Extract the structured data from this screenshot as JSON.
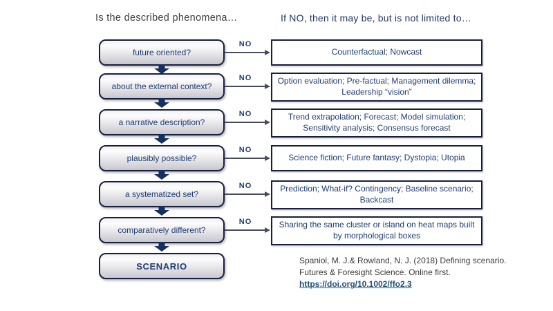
{
  "headers": {
    "left": "Is the described phenomena…",
    "right": "If NO, then it may be, but is not limited to…"
  },
  "labels": {
    "no": "NO"
  },
  "rows": [
    {
      "question": "future oriented?",
      "answer": "Counterfactual; Nowcast"
    },
    {
      "question": "about the external context?",
      "answer": "Option evaluation; Pre-factual; Management dilemma; Leadership “vision”"
    },
    {
      "question": "a narrative description?",
      "answer": "Trend extrapolation; Forecast; Model simulation; Sensitivity analysis; Consensus forecast"
    },
    {
      "question": "plausibly possible?",
      "answer": "Science fiction; Future fantasy; Dystopia; Utopia"
    },
    {
      "question": "a systematized set?",
      "answer": "Prediction; What-if? Contingency; Baseline scenario; Backcast"
    },
    {
      "question": "comparatively different?",
      "answer": "Sharing the same cluster or island on heat maps built by morphological boxes"
    }
  ],
  "final_box": "SCENARIO",
  "citation": {
    "line1": "Spaniol, M. J.& Rowland, N. J. (2018) Defining scenario.",
    "line2": "Futures & Foresight Science. Online first.",
    "link": "https://doi.org/10.1002/ffo2.3"
  },
  "colors": {
    "navy_text": "#1f3c74",
    "box_border": "#161f3d",
    "down_arrow": "#16305e",
    "connector": "#454c5e",
    "header_left_text": "#3f3f3f",
    "header_right_text": "#1f3864",
    "citation_text": "#3a3a3a",
    "link_blue": "#1f4e79"
  }
}
